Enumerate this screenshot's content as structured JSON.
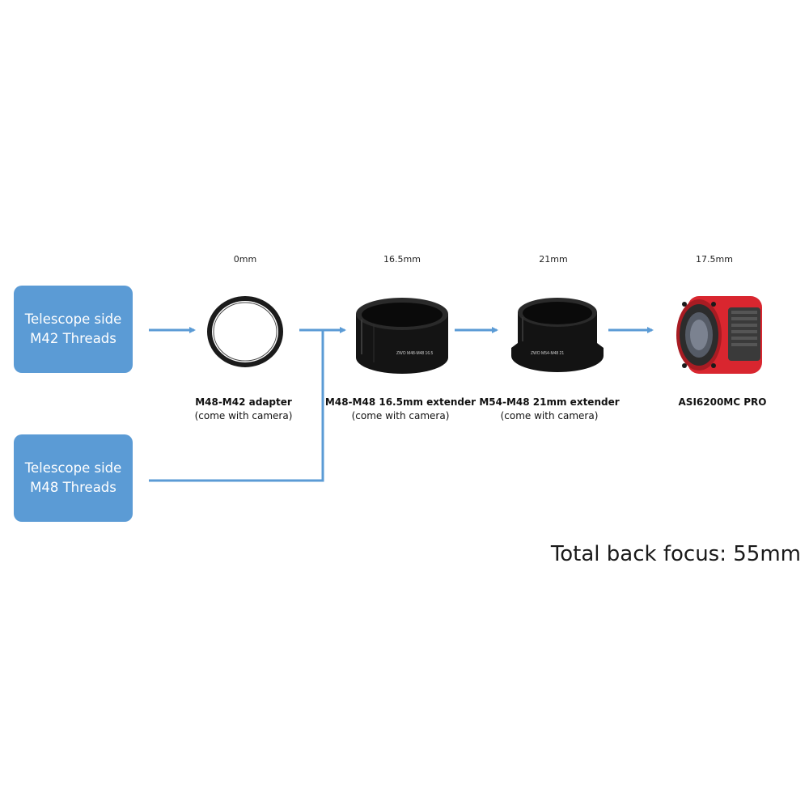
{
  "sources": [
    {
      "line1": "Telescope side",
      "line2": "M42 Threads"
    },
    {
      "line1": "Telescope side",
      "line2": "M48 Threads"
    }
  ],
  "components": [
    {
      "distance": "0mm",
      "name": "M48-M42 adapter",
      "note": "(come with camera)"
    },
    {
      "distance": "16.5mm",
      "name": "M48-M48 16.5mm extender",
      "note": "(come with camera)"
    },
    {
      "distance": "21mm",
      "name": "M54-M48 21mm extender",
      "note": "(come with camera)"
    },
    {
      "distance": "17.5mm",
      "name": "ASI6200MC PRO",
      "note": ""
    }
  ],
  "total_label": "Total back focus: 55mm",
  "colors": {
    "box_fill": "#5b9bd5",
    "arrow": "#5b9bd5",
    "camera_red": "#d9262f",
    "ring_black": "#1b1b1b"
  }
}
